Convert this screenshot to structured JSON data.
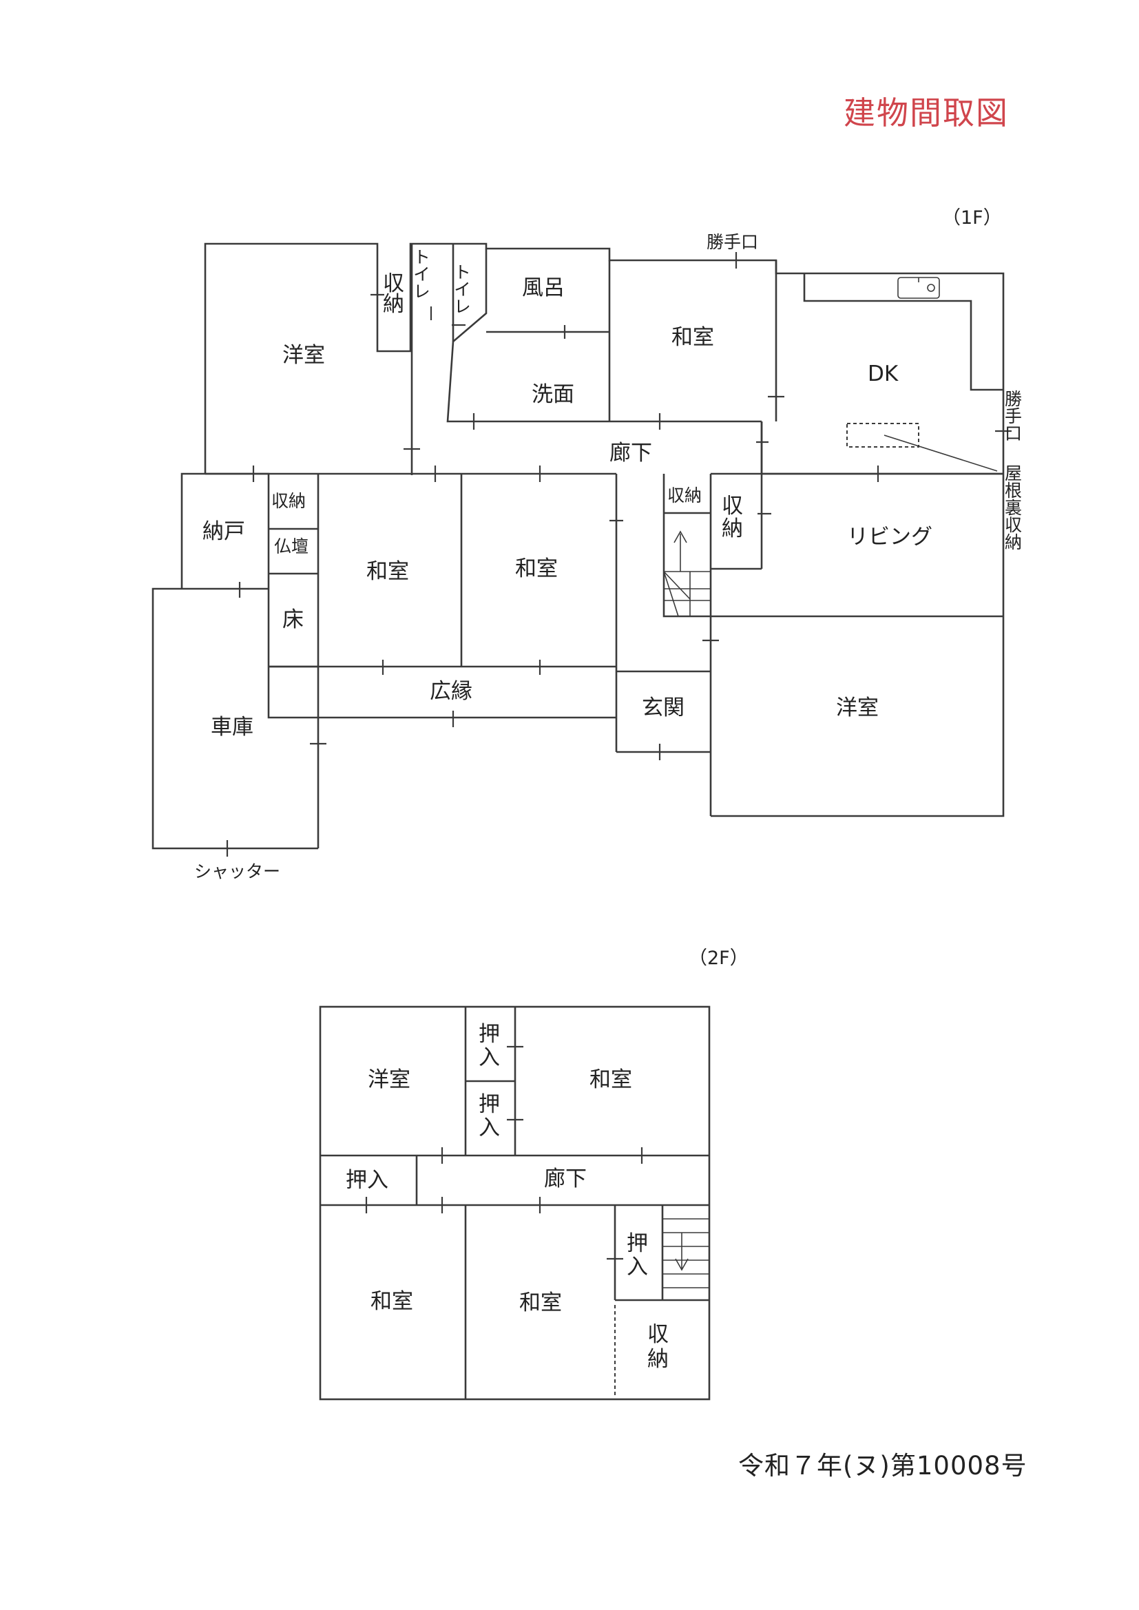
{
  "title": "建物間取図",
  "title_color": "#d0454c",
  "case_number": "令和７年(ヌ)第10008号",
  "floor1": {
    "label": "（1F）",
    "rooms": {
      "youshitsu_nw": "洋室",
      "shuno_top": "収納",
      "toilet1": "トイレ",
      "toilet2": "トイレ",
      "furo": "風呂",
      "senmen": "洗面",
      "washitsu_top": "和室",
      "dk": "DK",
      "katteguchi_top": "勝手口",
      "katteguchi_side": "勝手口",
      "yaneura": "屋根裏収納",
      "roka": "廊下",
      "nando": "納戸",
      "shuno_small": "収納",
      "butsudan": "仏壇",
      "toko": "床",
      "washitsu_a": "和室",
      "washitsu_b": "和室",
      "shuno_stair": "収納",
      "shuno_stair2": "収納",
      "living": "リビング",
      "hiroen": "広縁",
      "genkan": "玄関",
      "youshitsu_se": "洋室",
      "shako": "車庫",
      "shutter": "シャッター"
    }
  },
  "floor2": {
    "label": "（2F）",
    "rooms": {
      "youshitsu": "洋室",
      "oshiire1": "押入",
      "oshiire2": "押入",
      "washitsu_ne": "和室",
      "oshiire_w": "押入",
      "roka": "廊下",
      "washitsu_sw": "和室",
      "washitsu_s": "和室",
      "oshiire_s": "押入",
      "shuno": "収納"
    }
  }
}
